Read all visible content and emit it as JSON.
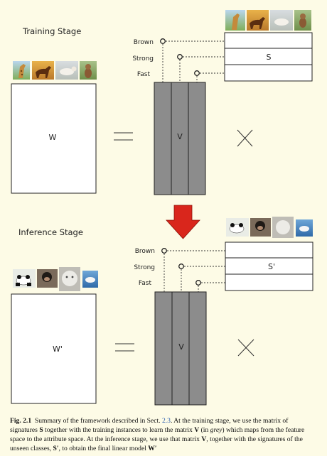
{
  "training": {
    "title": "Training Stage",
    "attributes": [
      "Brown",
      "Strong",
      "Fast"
    ],
    "w_label": "W",
    "v_label": "V",
    "s_label": "S",
    "images": [
      "giraffe-photo",
      "horse-photo",
      "goat-photo",
      "monkey-photo"
    ]
  },
  "inference": {
    "title": "Inference Stage",
    "attributes": [
      "Brown",
      "Strong",
      "Fast"
    ],
    "w_label": "W'",
    "v_label": "V",
    "s_label": "S'",
    "images": [
      "panda-photo",
      "chimpanzee-photo",
      "persian-cat-photo",
      "rat-photo"
    ]
  },
  "symbols": {
    "equals": "=",
    "times": "×",
    "arrow_color": "#d9261c"
  },
  "colors": {
    "v_fill": "#8c8c8c",
    "background": "#fdfbe6",
    "link": "#2a5db0"
  },
  "caption": {
    "label": "Fig. 2.1",
    "p1": "Summary of the framework described in Sect. ",
    "ref": "2.3",
    "p2": ". At the training stage, we use the matrix of signatures ",
    "s": "S",
    "p3": " together with the training instances to learn the matrix ",
    "v1": "V",
    "p4": " (in ",
    "grey": "grey",
    "p5": ") which maps from the feature space to the attribute space. At the inference stage, we use that matrix ",
    "v2": "V",
    "p6": ", together with the signatures of the unseen classes, ",
    "s_prime": "S′",
    "p7": ", to obtain the final linear model ",
    "w_prime": "W′"
  }
}
